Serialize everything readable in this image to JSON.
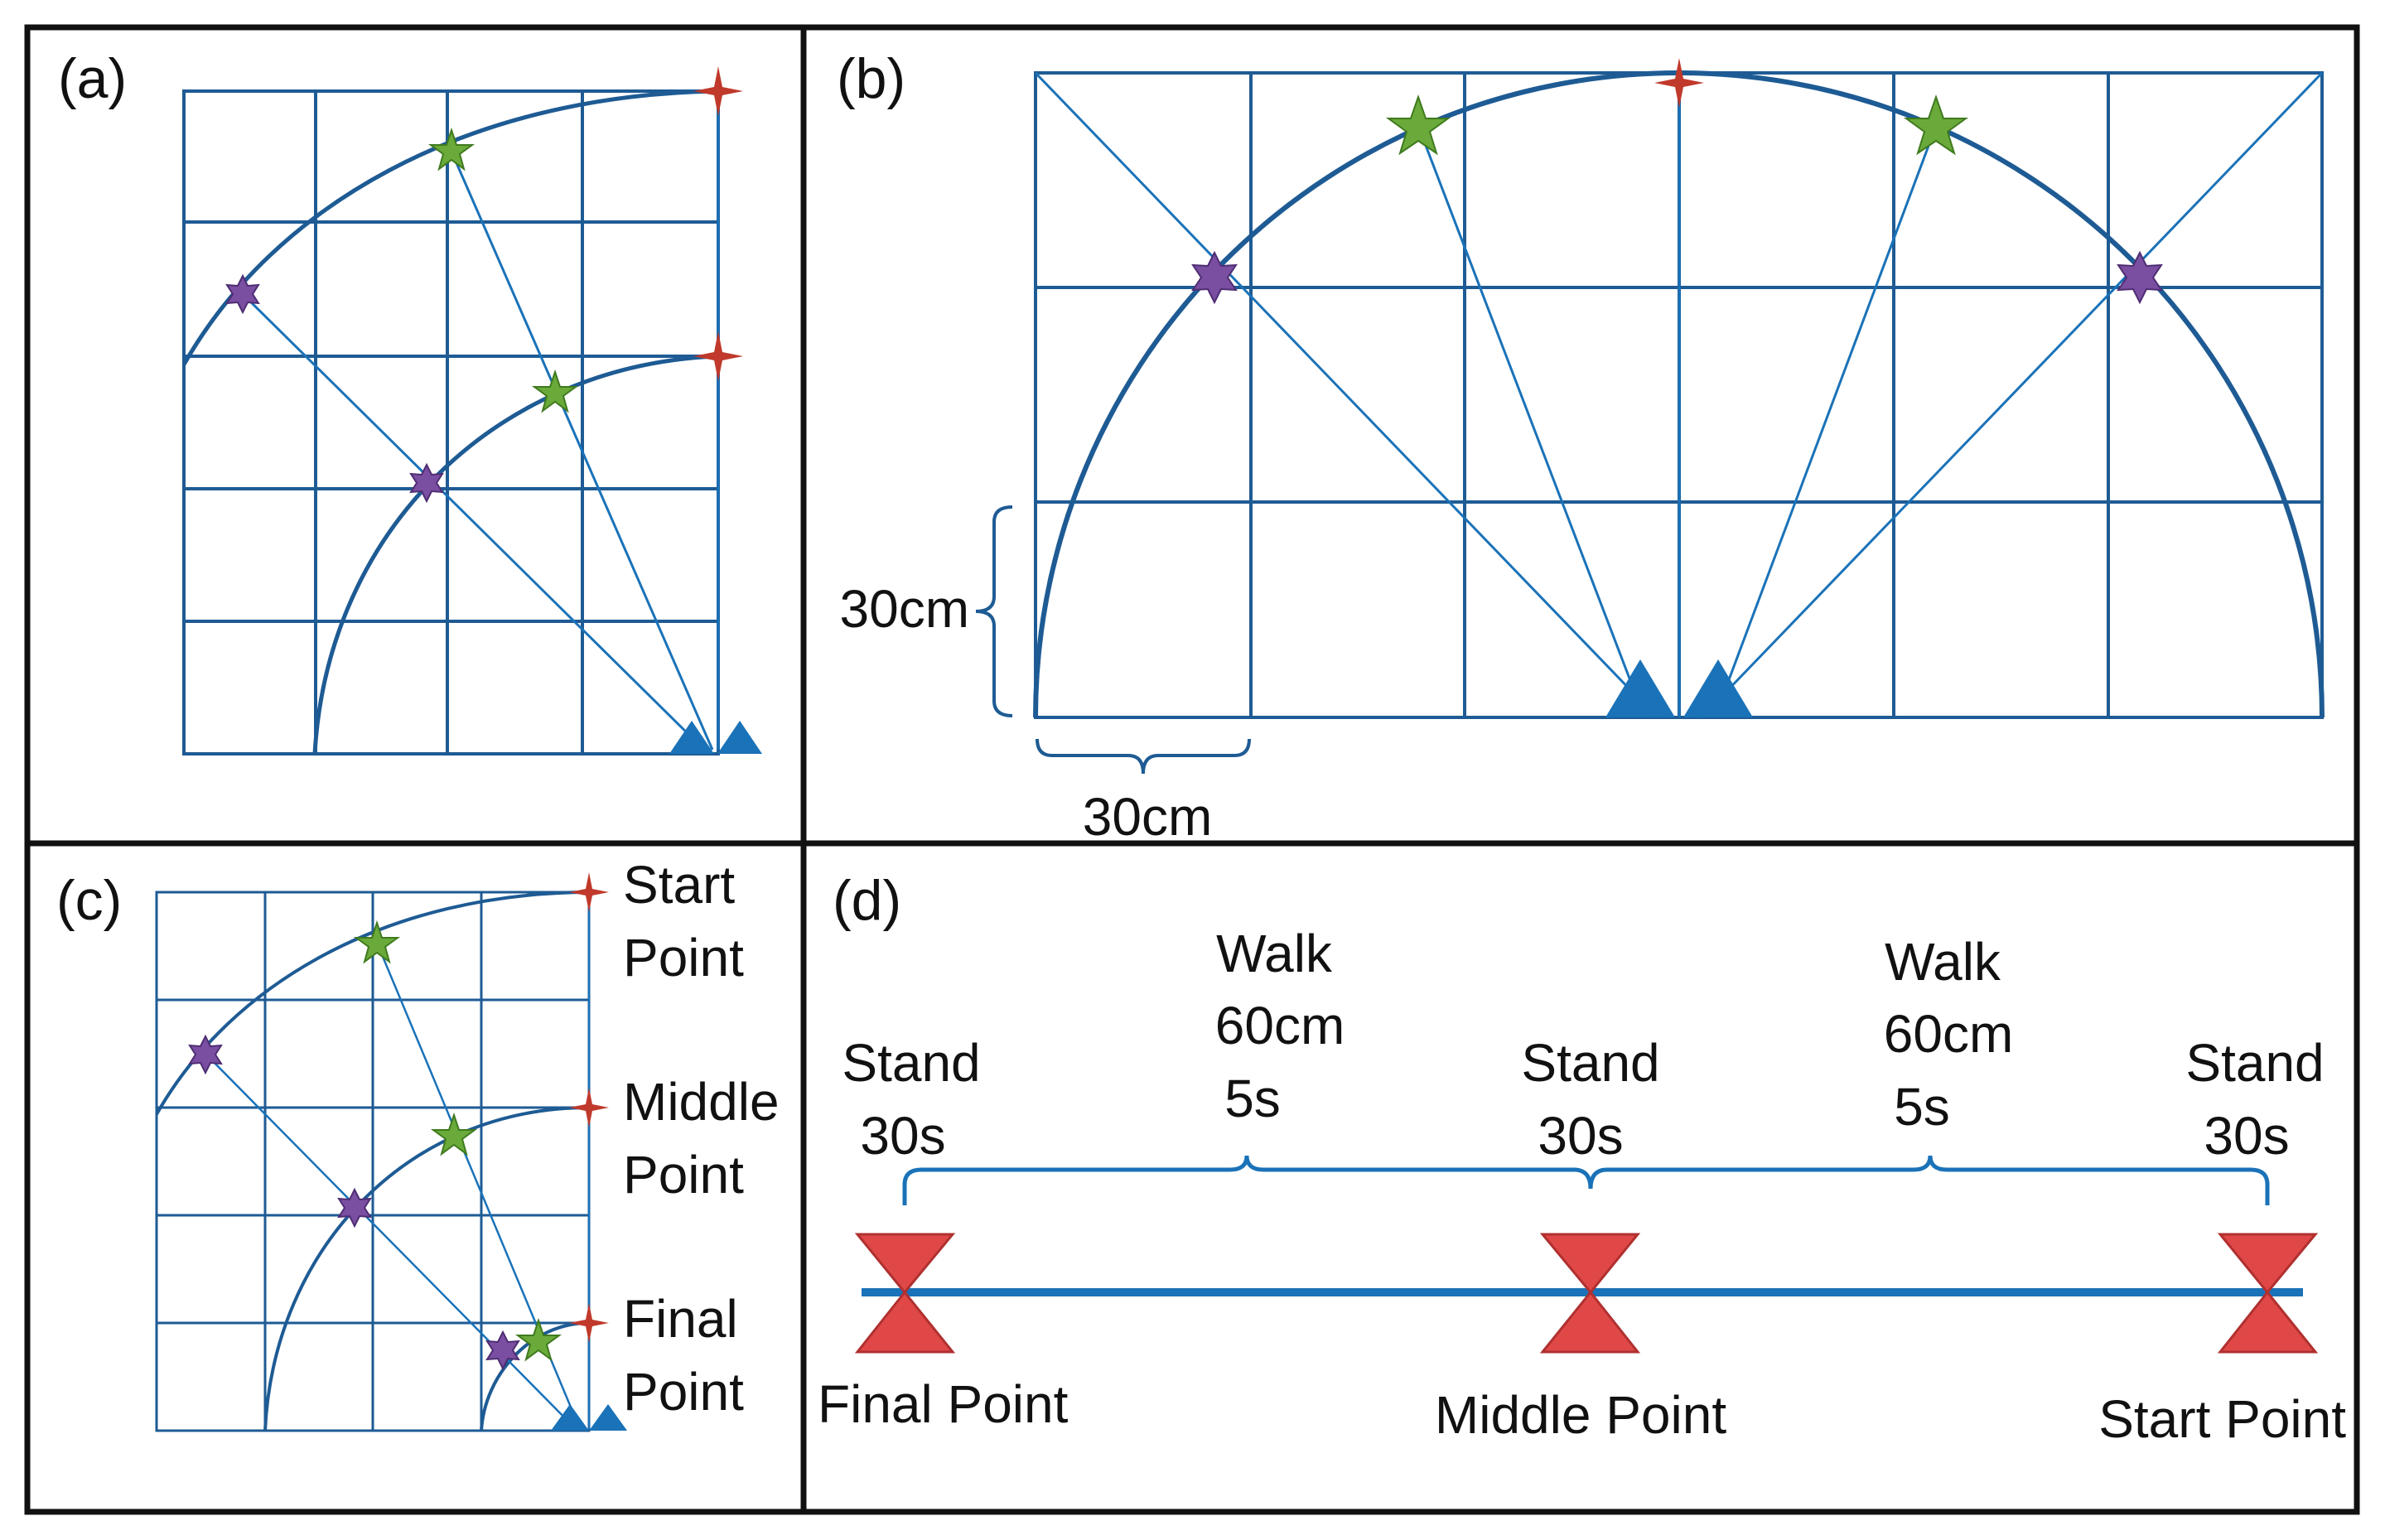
{
  "colors": {
    "grid": "#1e5b94",
    "frame": "#111111",
    "path": "#1a72b8",
    "start_marker": "#c0392b",
    "star": "#6aaa3a",
    "hexstar": "#7a4ea0",
    "sensor": "#1a72b8",
    "hourglass": "#e04848"
  },
  "panel_a": {
    "label": "(a)"
  },
  "panel_b": {
    "label": "(b)",
    "dim_vertical": "30cm",
    "dim_horizontal": "30cm"
  },
  "panel_c": {
    "label": "(c)",
    "start_line1": "Start",
    "start_line2": "Point",
    "middle_line1": "Middle",
    "middle_line2": "Point",
    "final_line1": "Final",
    "final_line2": "Point"
  },
  "panel_d": {
    "label": "(d)",
    "stand_left": [
      "Stand",
      "30s"
    ],
    "walk_left": [
      "Walk",
      "60cm",
      "5s"
    ],
    "stand_mid": [
      "Stand",
      "30s"
    ],
    "walk_right": [
      "Walk",
      "60cm",
      "5s"
    ],
    "stand_right": [
      "Stand",
      "30s"
    ],
    "final_point": "Final Point",
    "middle_point": "Middle Point",
    "start_point": "Start Point"
  }
}
